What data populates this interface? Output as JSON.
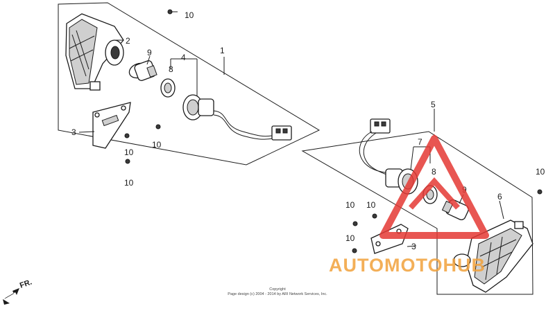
{
  "callouts": {
    "c1": "1",
    "c2": "2",
    "c3a": "3",
    "c4": "4",
    "c5": "5",
    "c6": "6",
    "c7": "7",
    "c3b": "3",
    "c8a": "8",
    "c8b": "8",
    "c9a": "9",
    "c9b": "9",
    "c10a": "10",
    "c10b": "10",
    "c10c": "10",
    "c10d": "10",
    "c10e": "10",
    "c10f": "10",
    "c10g": "10",
    "c10h": "10"
  },
  "direction_label": "FR.",
  "copyright": {
    "line1": "Copyright",
    "line2": "Page design (c) 2004 - 2014 by ARI Network Services, Inc."
  },
  "watermark": {
    "text": "AUTOMOTOHUB",
    "color": "#f2a23c",
    "accent_color": "#e53935"
  },
  "icons": [
    "left-turn-signal-lens-icon",
    "right-turn-signal-lens-icon",
    "bulb-icon",
    "socket-icon",
    "wiring-connector-icon",
    "stay-bracket-icon",
    "screw-icon",
    "direction-arrow-icon",
    "warning-triangle-icon"
  ]
}
